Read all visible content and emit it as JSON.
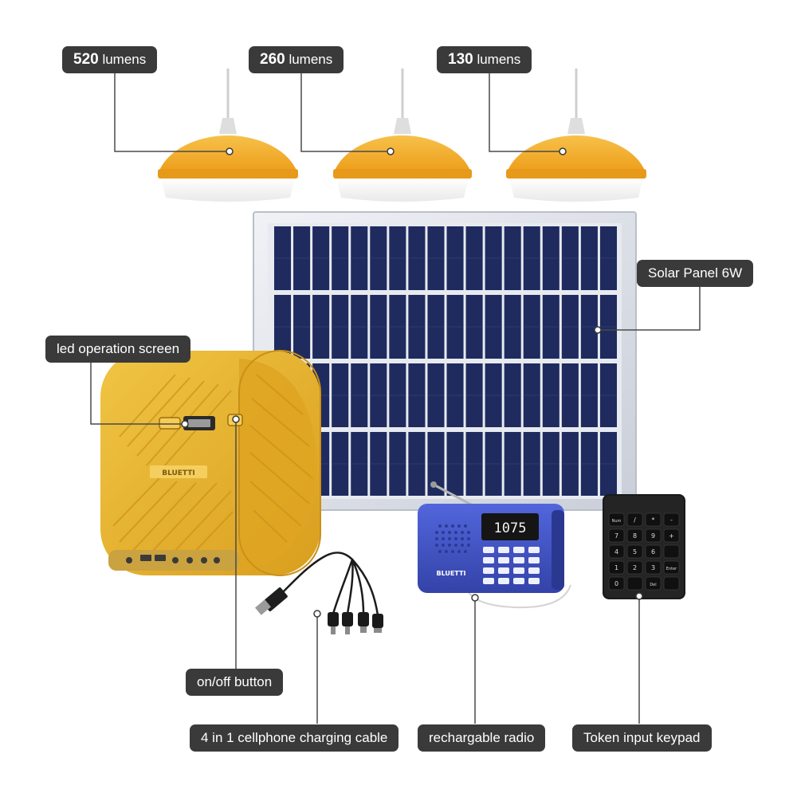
{
  "lamps": [
    {
      "value": "520",
      "unit": "lumens"
    },
    {
      "value": "260",
      "unit": "lumens"
    },
    {
      "value": "130",
      "unit": "lumens"
    }
  ],
  "labels": {
    "solar_panel": "Solar Panel 6W",
    "led_screen": "led operation  screen",
    "on_off": "on/off button",
    "cable": "4 in 1 cellphone charging cable",
    "radio": "rechargable radio",
    "keypad": "Token input keypad"
  },
  "display": {
    "radio_freq": "1075"
  },
  "brand": {
    "name": "BLUETTI"
  },
  "keypad_keys": [
    "Num",
    "/",
    "*",
    "-",
    "7",
    "8",
    "9",
    "+",
    "4",
    "5",
    "6",
    "",
    "1",
    "2",
    "3",
    "Enter",
    "0",
    "",
    "Del",
    ""
  ],
  "colors": {
    "lamp_yellow": "#f2ac2a",
    "power_yellow": "#eab72e",
    "panel_cell": "#1f2b5e",
    "radio_blue": "#3f52c8",
    "label_bg": "#3a3a3a",
    "label_text": "#ffffff"
  },
  "icons": [
    "lamp-icon",
    "usb-plug-icon",
    "antenna-icon",
    "speaker-grille-icon"
  ]
}
